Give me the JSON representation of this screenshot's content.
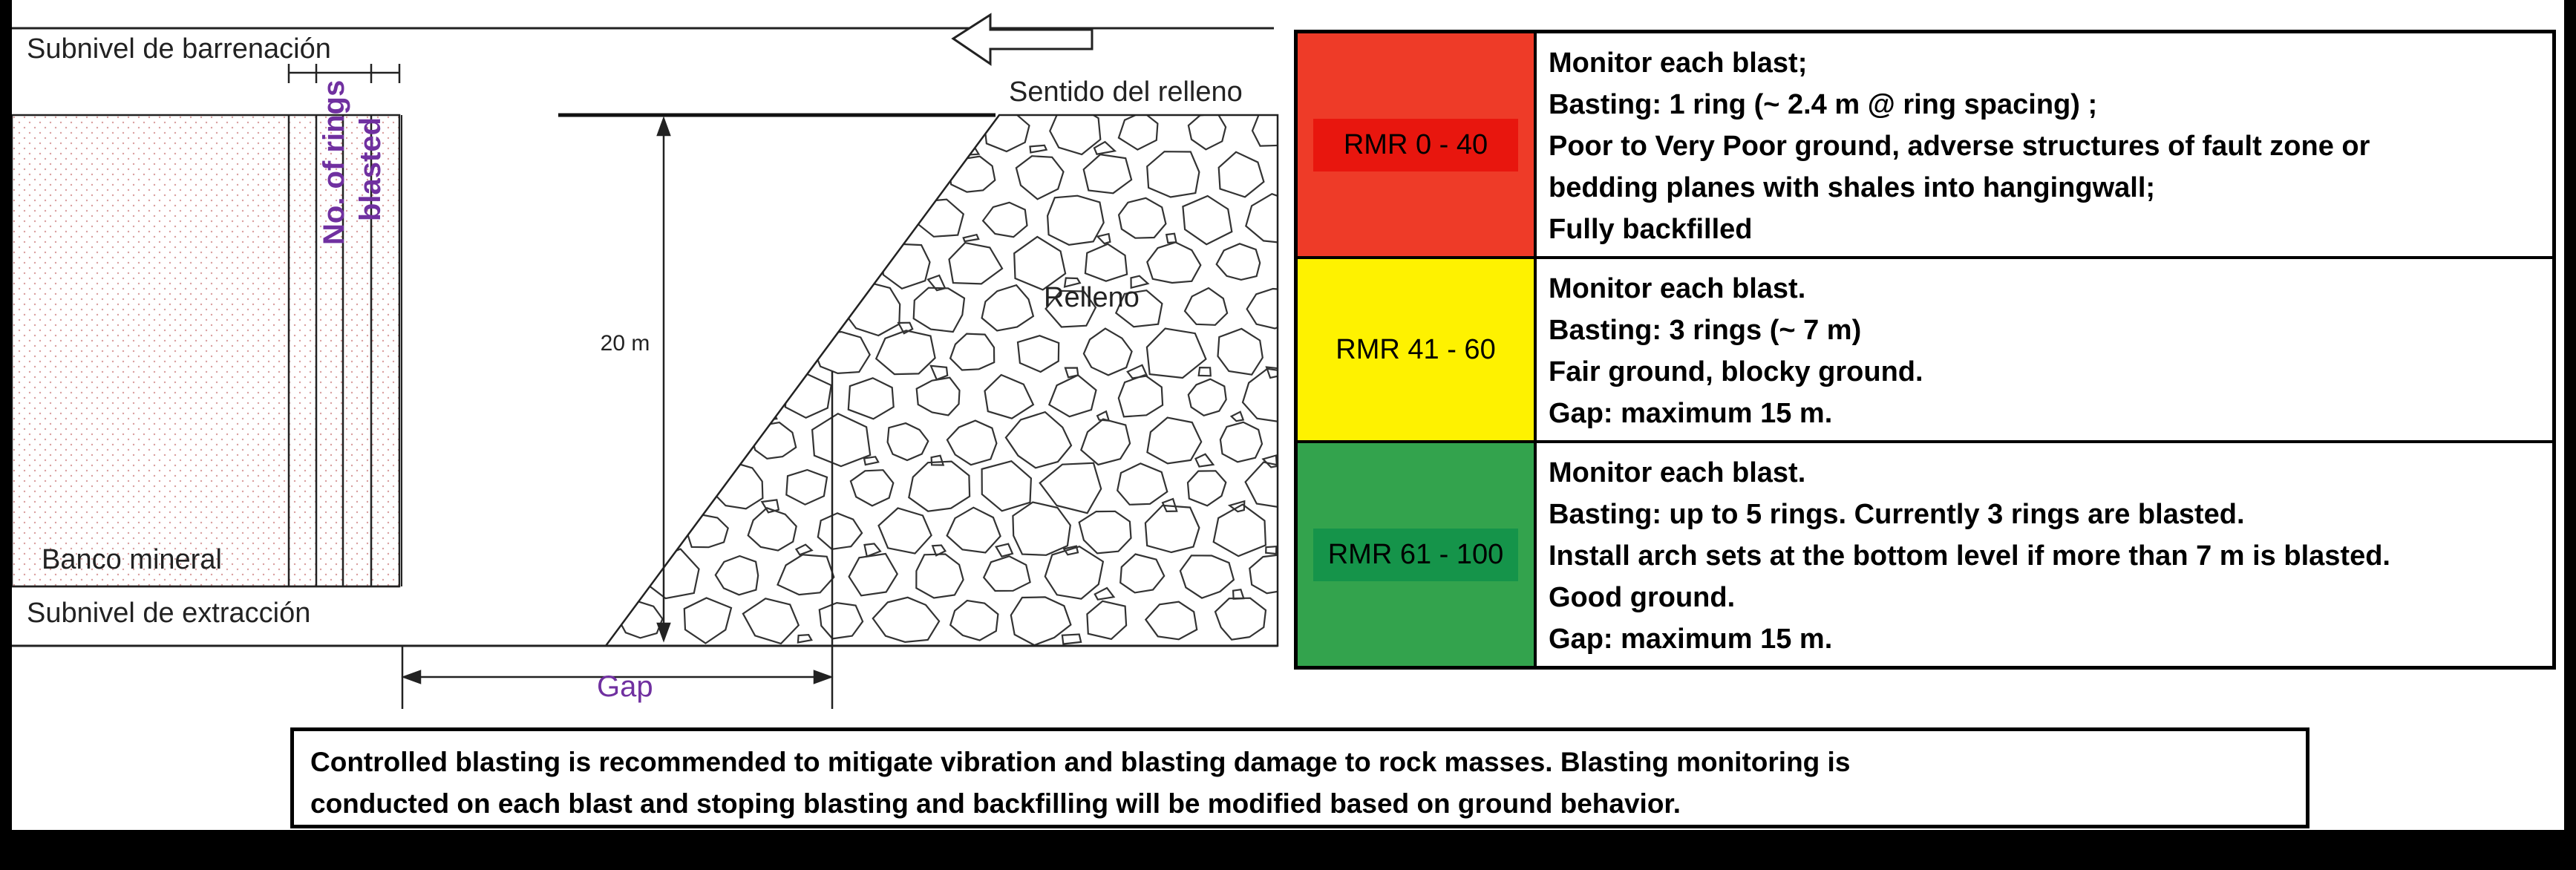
{
  "diagram": {
    "labels": {
      "subnivel_barrenacion": "Subnivel de barrenación",
      "subnivel_extraccion": "Subnivel de extracción",
      "banco_mineral": "Banco mineral",
      "rings_blasted_line1": "No. of rings",
      "rings_blasted_line2": "blasted",
      "sentido_relleno": "Sentido del relleno",
      "relleno": "Relleno",
      "height": "20 m",
      "gap": "Gap"
    },
    "colors": {
      "text": "#1a1a1a",
      "accent_purple": "#7030a0",
      "dots": "#d9a0a0"
    }
  },
  "rmr_table": {
    "rows": [
      {
        "class_label": "RMR 0 - 40",
        "color": "#ee3b28",
        "label_bg": "#e8160e",
        "lines": [
          "Monitor each blast;",
          "Basting: 1 ring (~ 2.4 m @ ring spacing) ;",
          "Poor to Very Poor ground, adverse structures of fault zone or",
          "bedding planes with shales into hangingwall;",
          "Fully backfilled"
        ]
      },
      {
        "class_label": "RMR 41 - 60",
        "color": "#fef200",
        "label_bg": "#fef200",
        "lines": [
          "Monitor each blast.",
          "Basting: 3 rings (~ 7 m)",
          "Fair ground, blocky ground.",
          "Gap: maximum 15 m."
        ]
      },
      {
        "class_label": "RMR 61 - 100",
        "color": "#33a34d",
        "label_bg": "#15944a",
        "lines": [
          "Monitor each blast.",
          "Basting: up to 5 rings.  Currently 3 rings are blasted.",
          "Install arch sets at the bottom level if more than 7 m is blasted.",
          "Good ground.",
          "Gap: maximum 15 m."
        ]
      }
    ]
  },
  "note": {
    "lines": [
      "Controlled blasting is recommended to mitigate vibration and blasting damage to rock masses. Blasting monitoring is",
      "conducted on each blast and stoping blasting and backfilling will be modified based on ground behavior."
    ]
  }
}
